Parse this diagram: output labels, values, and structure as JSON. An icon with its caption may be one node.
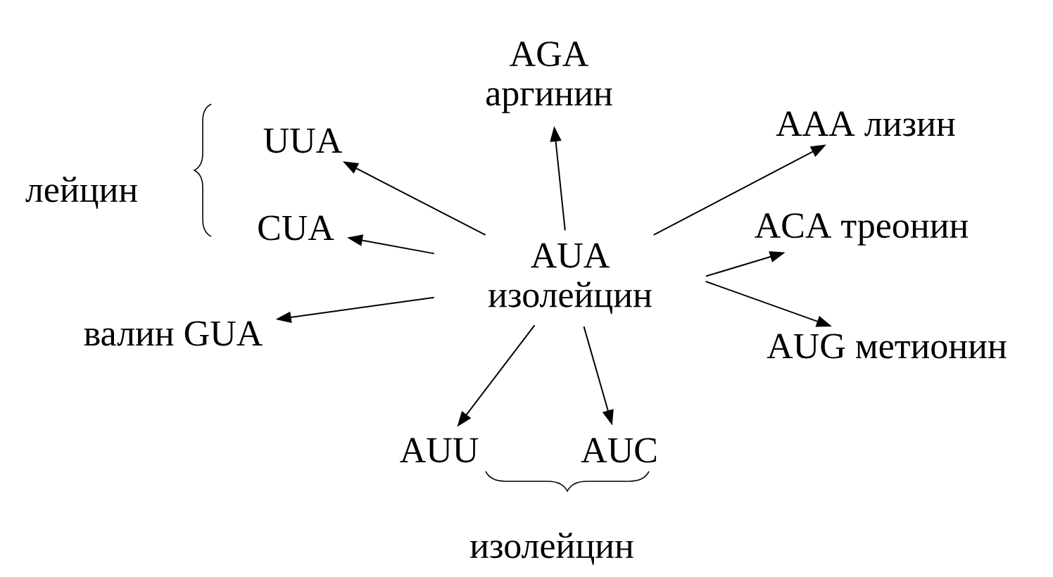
{
  "diagram": {
    "nodes": [
      {
        "text": [
          "AUA изолейцин"
        ]
      },
      {
        "text": [
          "AGA аргинин"
        ]
      },
      {
        "text": [
          "UUA"
        ]
      },
      {
        "text": [
          "CUA"
        ]
      },
      {
        "text": [
          "валин GUA"
        ]
      },
      {
        "text": [
          "AAA  лизин"
        ]
      },
      {
        "text": [
          "ACA треонин"
        ]
      },
      {
        "text": [
          "AUG метионин"
        ]
      },
      {
        "text": [
          "AUU"
        ]
      },
      {
        "text": [
          "AUC"
        ]
      }
    ],
    "edges": [
      {
        "from": 0,
        "to": 1,
        "arrow": "to"
      },
      {
        "from": 0,
        "to": 2,
        "arrow": "to"
      },
      {
        "from": 0,
        "to": 3,
        "arrow": "to"
      },
      {
        "from": 0,
        "to": 4,
        "arrow": "to"
      },
      {
        "from": 0,
        "to": 5,
        "arrow": "to"
      },
      {
        "from": 0,
        "to": 6,
        "arrow": "to"
      },
      {
        "from": 0,
        "to": 7,
        "arrow": "to"
      },
      {
        "from": 0,
        "to": 8,
        "arrow": "to"
      },
      {
        "from": 0,
        "to": 9,
        "arrow": "to"
      }
    ],
    "labels": [
      "лейцин",
      "изолейцин"
    ]
  }
}
